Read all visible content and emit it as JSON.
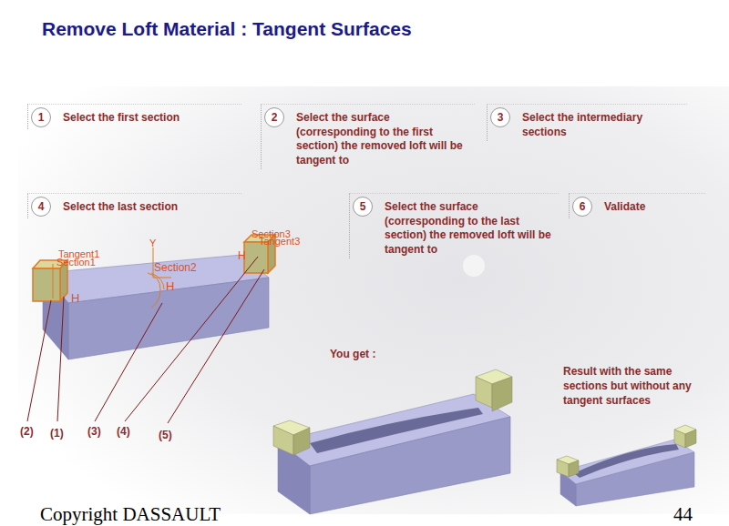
{
  "diagram": {
    "title": "Remove Loft Material : Tangent Surfaces",
    "nodes": [
      {
        "text": [
          "1",
          "Select the first section"
        ]
      },
      {
        "text": [
          "2",
          "Select the surface (corresponding to the first section) the removed loft will be tangent to"
        ]
      },
      {
        "text": [
          "3",
          "Select the intermediary sections"
        ]
      },
      {
        "text": [
          "4",
          "Select the last section"
        ]
      },
      {
        "text": [
          "5",
          "Select the surface (corresponding to the last section) the removed loft will be tangent to"
        ]
      },
      {
        "text": [
          "6",
          "Validate"
        ]
      }
    ],
    "labels": [
      "Tangent1",
      "Section1",
      "H",
      "Y",
      "Section2",
      "H",
      "Section3",
      "Tangent3",
      "H",
      "(2)",
      "(1)",
      "(3)",
      "(4)",
      "(5)",
      "You get :",
      "Result with the same sections but without any tangent surfaces",
      "Copyright DASSAULT",
      "44"
    ]
  }
}
